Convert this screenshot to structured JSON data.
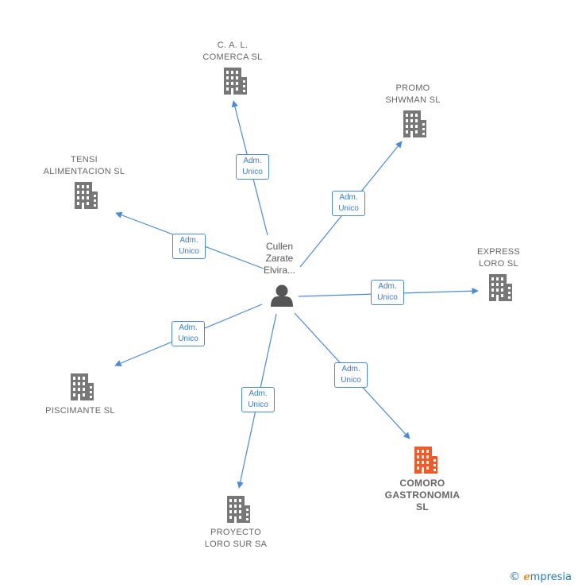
{
  "center": {
    "label": "Cullen\nZarate\nElvira..."
  },
  "badge": {
    "line1": "Adm.",
    "line2": "Unico"
  },
  "companies": [
    {
      "id": "cal",
      "name": "C. A. L.\nCOMERCA SL",
      "highlight": false
    },
    {
      "id": "promo",
      "name": "PROMO\nSHWMAN SL",
      "highlight": false
    },
    {
      "id": "tensi",
      "name": "TENSI\nALIMENTACION SL",
      "highlight": false
    },
    {
      "id": "express",
      "name": "EXPRESS\nLORO  SL",
      "highlight": false
    },
    {
      "id": "piscimante",
      "name": "PISCIMANTE SL",
      "highlight": false
    },
    {
      "id": "comoro",
      "name": "COMORO\nGASTRONOMIA\nSL",
      "highlight": true
    },
    {
      "id": "proyecto",
      "name": "PROYECTO\nLORO SUR SA",
      "highlight": false
    }
  ],
  "colors": {
    "edge": "#4a8ad8",
    "building": "#777777",
    "highlight": "#f05a28",
    "person": "#555555"
  },
  "brand": {
    "copyright": "©",
    "e": "e",
    "rest": "mpresia"
  }
}
